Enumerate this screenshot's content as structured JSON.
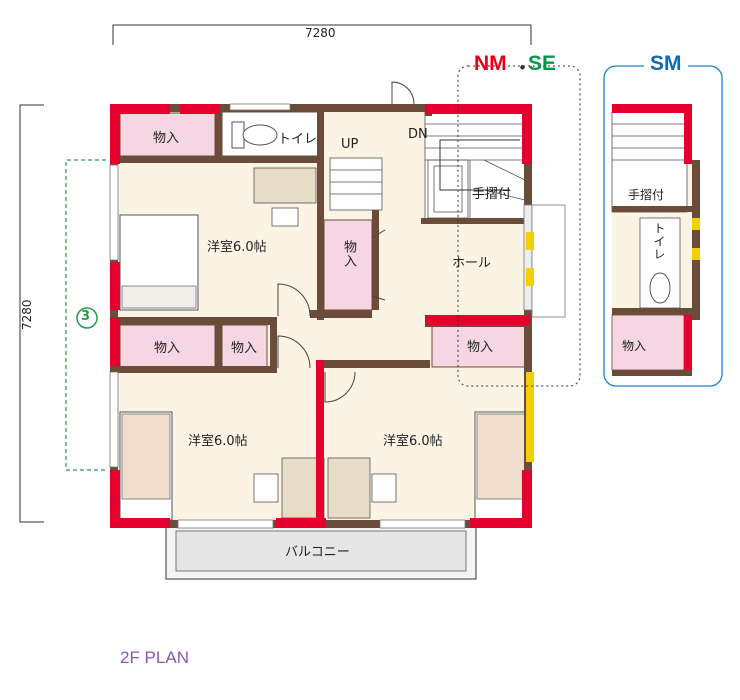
{
  "dimensions": {
    "top": "7280",
    "left": "7280"
  },
  "variants": {
    "nm": "NM",
    "dot": "・",
    "se": "SE",
    "sm": "SM"
  },
  "badge": "3",
  "colors": {
    "wall_red": "#e5002d",
    "wall_brown": "#6b4c3b",
    "floor": "#fbf4e4",
    "storage": "#f6d6e2",
    "nm": "#e60012",
    "se": "#009a44",
    "sm": "#0a6cb4",
    "door_yellow": "#f5d000",
    "badge": "#2a9a4a",
    "title": "#8a5aa8"
  },
  "rooms": {
    "closet_top_left": "物入",
    "toilet": "トイレ",
    "up": "UP",
    "dn": "DN",
    "handrail": "手摺付",
    "room_upper_left": "洋室6.0帖",
    "closet_stair": "物入",
    "hall": "ホール",
    "closet_mid_left": "物入",
    "closet_mid_small": "物入",
    "closet_mid_right": "物入",
    "room_lower_left": "洋室6.0帖",
    "room_lower_right": "洋室6.0帖",
    "balcony": "バルコニー"
  },
  "sm_variant": {
    "handrail": "手摺付",
    "toilet": "トイレ",
    "closet": "物入"
  },
  "plan_title": "2F PLAN"
}
